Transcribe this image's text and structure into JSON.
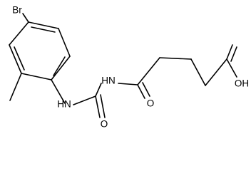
{
  "structure": {
    "atoms": {
      "bromine": "Br",
      "amide_nh": "HN",
      "imide_nh": "HN",
      "urea_oxygen": "O",
      "imide_oxygen": "O",
      "acid_hydroxyl": "OH"
    }
  }
}
